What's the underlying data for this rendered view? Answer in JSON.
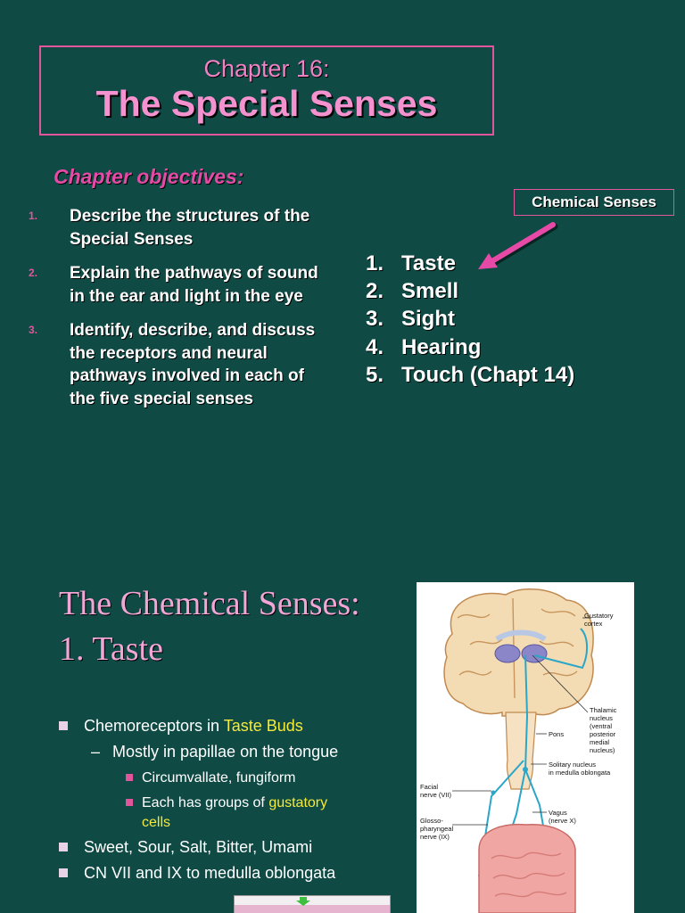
{
  "slide1": {
    "chapter": "Chapter 16:",
    "title": "The Special Senses",
    "objectives_heading": "Chapter objectives:",
    "objectives": [
      {
        "num": "1.",
        "text": "Describe the structures of the Special Senses"
      },
      {
        "num": "2.",
        "text": "Explain the pathways of sound in the ear and light in the eye"
      },
      {
        "num": "3.",
        "text": "Identify, describe, and discuss the receptors and neural pathways involved in each of the five special senses"
      }
    ],
    "callout": "Chemical Senses",
    "senses": [
      {
        "num": "1.",
        "label": "Taste"
      },
      {
        "num": "2.",
        "label": "Smell"
      },
      {
        "num": "3.",
        "label": "Sight"
      },
      {
        "num": "4.",
        "label": "Hearing"
      },
      {
        "num": "5.",
        "label": "Touch (Chapt 14)"
      }
    ]
  },
  "slide2": {
    "title_line1": "The Chemical Senses:",
    "title_line2": "1. Taste",
    "bullets": {
      "chemoreceptors_prefix": "Chemoreceptors in ",
      "chemoreceptors_highlight": "Taste Buds",
      "papillae": "Mostly in papillae on the tongue",
      "dash": "–",
      "types": "Circumvallate, fungiform",
      "groups_prefix": "Each has groups of ",
      "groups_highlight": "gustatory",
      "groups_suffix": "cells",
      "tastes": "Sweet, Sour, Salt, Bitter, Umami",
      "nerves": "CN VII and IX to medulla oblongata"
    },
    "figure_labels": {
      "gustatory_cortex_1": "Gustatory",
      "gustatory_cortex_2": "cortex",
      "thalamic_1": "Thalamic",
      "thalamic_2": "nucleus",
      "thalamic_3": "(ventral",
      "thalamic_4": "posterior",
      "thalamic_5": "medial",
      "thalamic_6": "nucleus)",
      "pons": "Pons",
      "solitary_1": "Solitary nucleus",
      "solitary_2": "in medulla oblongata",
      "facial_1": "Facial",
      "facial_2": "nerve (VII)",
      "vagus_1": "Vagus",
      "vagus_2": "(nerve X)",
      "glosso_1": "Glosso-",
      "glosso_2": "pharyngeal",
      "glosso_3": "nerve (IX)"
    }
  },
  "colors": {
    "background": "#0f4a44",
    "accent_pink": "#e0559c",
    "title_pink": "#f392cf",
    "highlight_yellow": "#f4ea3c",
    "nerve_cyan": "#2aa6c8"
  }
}
